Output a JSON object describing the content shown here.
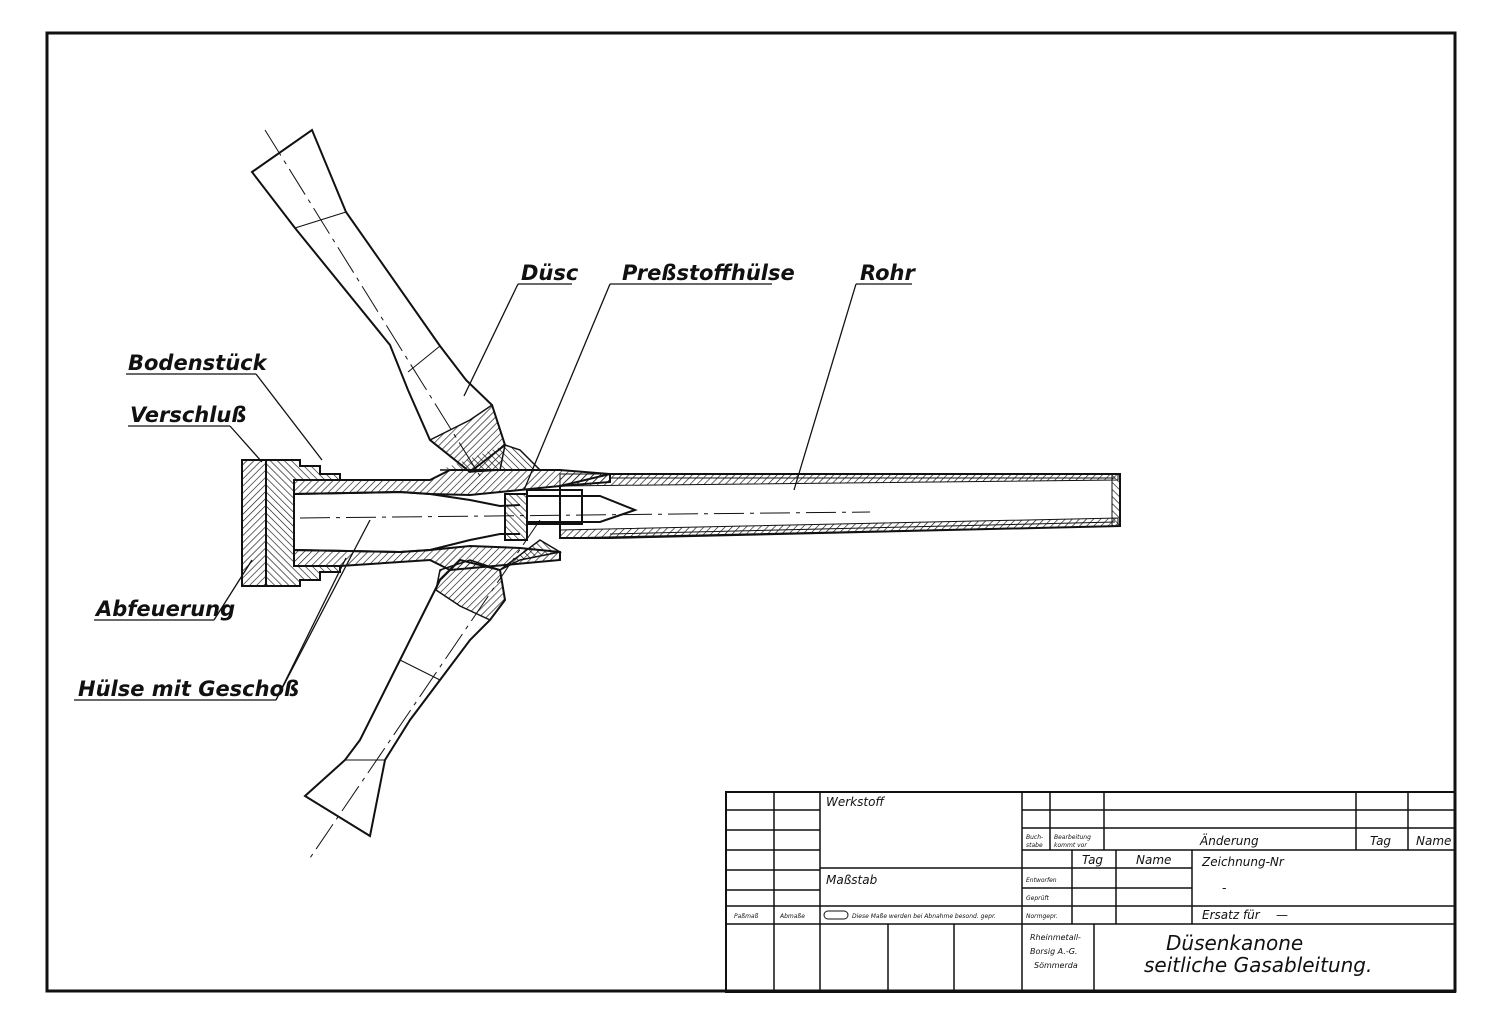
{
  "labels": {
    "duese": "Düsc",
    "presstoffhuelse": "Preßstoffhülse",
    "rohr": "Rohr",
    "bodenstueck": "Bodenstück",
    "verschluss": "Verschluß",
    "abfeuerung": "Abfeuerung",
    "huelse_mit_geschoss": "Hülse mit Geschoß"
  },
  "title_block": {
    "werkstoff": "Werkstoff",
    "massstab": "Maßstab",
    "buchstabe": "Buch-stabe",
    "buchstabe_line1": "Buch-",
    "buchstabe_line2": "stabe",
    "bearbeitung_line1": "Bearbeitung",
    "bearbeitung_line2": "kommt vor",
    "aenderung": "Änderung",
    "tag_header": "Tag",
    "name_header": "Name",
    "tag": "Tag",
    "name": "Name",
    "zeichnung_nr": "Zeichnung-Nr",
    "zeichnung_nr_value": "-",
    "entworfen": "Entworfen",
    "geprueft": "Geprüft",
    "normgepr": "Normgepr.",
    "passmass": "Paßmaß",
    "abmasse": "Abmaße",
    "mass_note": "Diese Maße werden bei Abnahme besond. gepr.",
    "ersatz_fuer": "Ersatz für",
    "ersatz_fuer_value": "—",
    "company_line1": "Rheinmetall-",
    "company_line2": "Borsig A.-G.",
    "company_line3": "Sömmerda",
    "title_line1": "Düsenkanone",
    "title_line2": "seitliche Gasableitung."
  }
}
